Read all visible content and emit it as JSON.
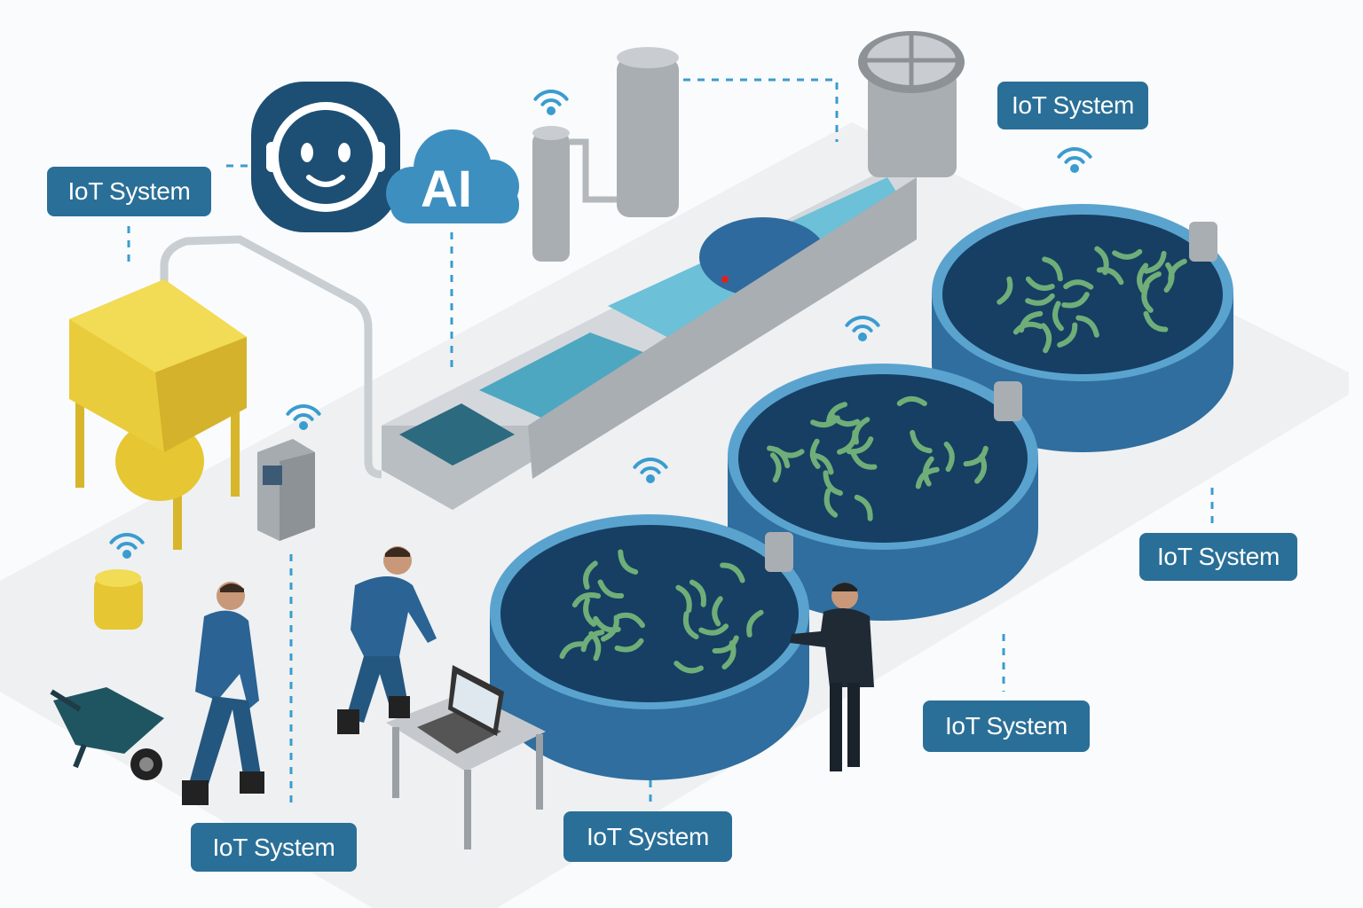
{
  "labels": {
    "iot_top_left": "IoT System",
    "iot_top_right": "IoT System",
    "iot_right": "IoT System",
    "iot_bottom_right": "IoT System",
    "iot_bottom_center": "IoT System",
    "iot_bottom_left": "IoT System"
  },
  "ai_badge": "AI",
  "colors": {
    "label_bg": "#2a6f97",
    "tank_blue": "#2f6e9e",
    "water_dark": "#163f63",
    "shrimp_green": "#6fae78",
    "dashed_line": "#3a9ccf"
  }
}
